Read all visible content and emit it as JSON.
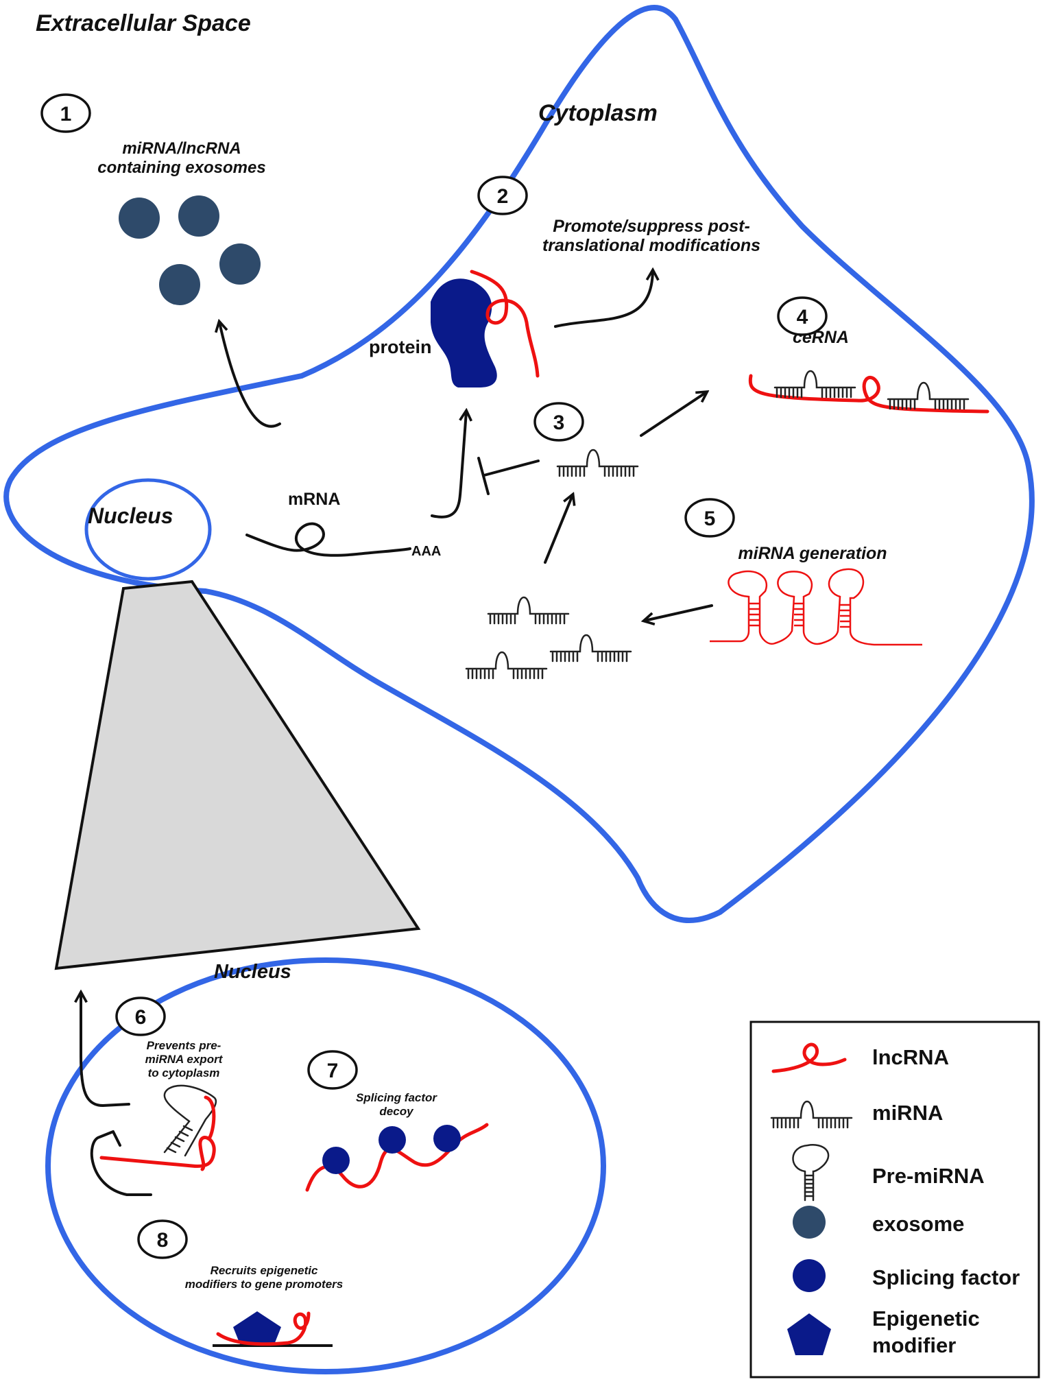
{
  "labels": {
    "extracellular": "Extracellular Space",
    "cytoplasm": "Cytoplasm",
    "nucleus_small": "Nucleus",
    "nucleus_large": "Nucleus",
    "protein": "protein",
    "mrna": "mRNA",
    "aaa": "AAA"
  },
  "steps": [
    {
      "num": "1",
      "lines": [
        "miRNA/lncRNA",
        "containing exosomes"
      ]
    },
    {
      "num": "2",
      "lines": [
        "Promote/suppress post-",
        "translational modifications"
      ]
    },
    {
      "num": "3",
      "lines": []
    },
    {
      "num": "4",
      "lines": [
        "ceRNA"
      ]
    },
    {
      "num": "5",
      "lines": [
        "miRNA generation"
      ]
    },
    {
      "num": "6",
      "lines": [
        "Prevents pre-",
        "miRNA export",
        "to cytoplasm"
      ]
    },
    {
      "num": "7",
      "lines": [
        "Splicing factor",
        "decoy"
      ]
    },
    {
      "num": "8",
      "lines": [
        "Recruits epigenetic",
        "modifiers to gene promoters"
      ]
    }
  ],
  "legend": {
    "items": [
      {
        "icon": "lncrna",
        "label": "lncRNA"
      },
      {
        "icon": "mirna",
        "label": "miRNA"
      },
      {
        "icon": "pre-mirna",
        "label": "Pre-miRNA"
      },
      {
        "icon": "exosome",
        "label": "exosome"
      },
      {
        "icon": "splicing-factor",
        "label": "Splicing factor"
      },
      {
        "icon": "epigenetic-modifier",
        "label": [
          "Epigenetic",
          "modifier"
        ]
      }
    ]
  },
  "colors": {
    "membrane": "#3366e6",
    "lncrna": "#ee1111",
    "exosome": "#2e4a6a",
    "splicing_factor": "#0a1a8a",
    "protein": "#0a1a8a",
    "zoom_fill": "#d9d9d9"
  }
}
